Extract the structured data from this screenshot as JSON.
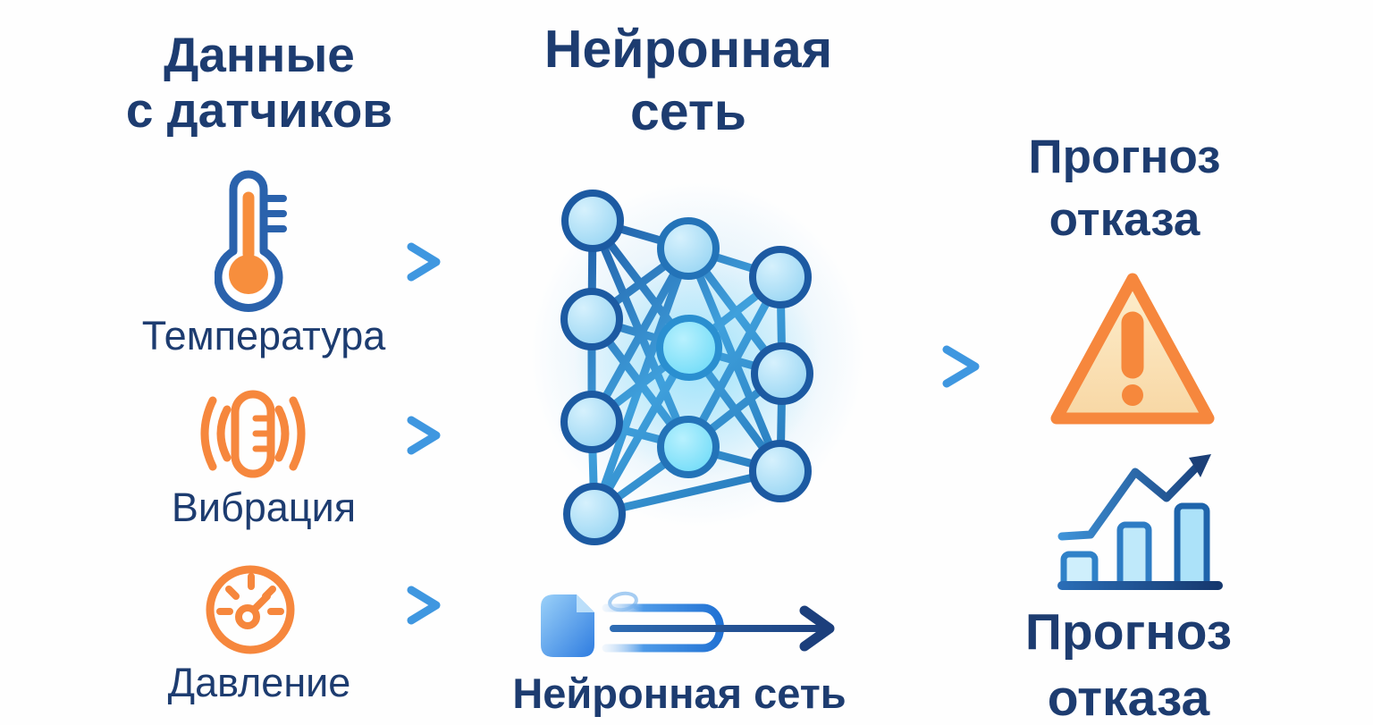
{
  "colors": {
    "navy_text": "#1d3c70",
    "orange": "#f6873d",
    "icon_blue": "#2a62ac",
    "arrow_blue_start": "#2d6db2",
    "arrow_blue_end": "#3f97e0",
    "dark_arrow_navy": "#1c3f7c",
    "node_border_blue": "#1c5aa2",
    "node_fill_light_blue": "#8cd0f1",
    "warning_triangle_fill": "#fbe3ba",
    "warning_triangle_border": "#f6873d"
  },
  "left_column": {
    "title_line1": "Данные",
    "title_line2": "с датчиков",
    "sensors": [
      {
        "icon": "thermometer-icon",
        "label": "Температура"
      },
      {
        "icon": "vibration-icon",
        "label": "Вибрация"
      },
      {
        "icon": "pressure-gauge-icon",
        "label": "Давление"
      }
    ]
  },
  "center_column": {
    "title_line1": "Нейронная",
    "title_line2": "сеть",
    "network_layers": [
      4,
      3,
      3
    ],
    "caption": "Нейронная сеть"
  },
  "right_column": {
    "title_line1": "Прогноз",
    "title_line2": "отказа",
    "caption_line1": "Прогноз",
    "caption_line2": "отказа"
  }
}
